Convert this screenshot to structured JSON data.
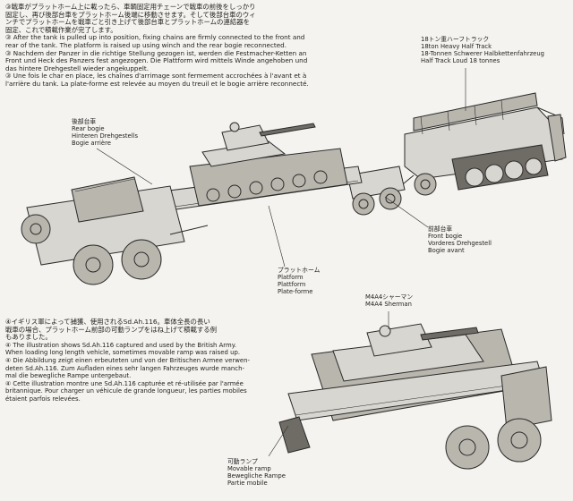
{
  "instructions_top": {
    "step3_jp_line1": "③戦車がプラットホーム上に載ったら、車輌固定用チェーンで戦車の前後をしっかり",
    "step3_jp_line2": "固定し、再び後部台車をプラットホーム後端に移動させます。そして後部台車のウィ",
    "step3_jp_line3": "ンチでプラットホームを戦車ごと引き上げて後部台車とプラットホームの連結器を",
    "step3_jp_line4": "固定、これで積載作業が完了します。",
    "step3_en_line1": "③ After the tank is pulled up into position, fixing chains are firmly connected to the front and",
    "step3_en_line2": "rear of the tank. The platform is raised up using winch and the rear bogie reconnected.",
    "step3_de_line1": "③ Nachdem der Panzer in die richtige Stellung gezogen ist, werden die Festmacher-Ketten an",
    "step3_de_line2": "Front und Heck des Panzers fest angezogen. Die Plattform wird mittels Winde angehoben und",
    "step3_de_line3": "das hintere Drehgestell wieder angekuppelt.",
    "step3_fr_line1": "③ Une fois le char en place, les chaînes d'arrimage sont fermement accrochées à l'avant et à",
    "step3_fr_line2": "l'arrière du tank. La plate-forme est relevée au moyen du treuil et le bogie arrière reconnecté."
  },
  "instructions_bottom": {
    "step4_jp_line1": "④イギリス軍によって捕獲、使用されるSd.Ah.116。車体全長の長い",
    "step4_jp_line2": "戦車の場合、プラットホーム前部の可動ランプをはね上げて積載する例",
    "step4_jp_line3": "もありました。",
    "step4_en_line1": "④ The illustration shows Sd.Ah.116 captured and used by the British Army.",
    "step4_en_line2": "When loading long length vehicle, sometimes movable ramp was raised up.",
    "step4_de_line1": "④ Die Abbildung zeigt einen erbeuteten und von der Britischen Armee verwen-",
    "step4_de_line2": "deten Sd.Ah.116. Zum Aufladen eines sehr langen Fahrzeuges wurde manch-",
    "step4_de_line3": "mal die bewegliche Rampe untergebaut.",
    "step4_fr_line1": "④ Cette illustration montre une Sd.Ah.116 capturée et ré-utilisée par l'armée",
    "step4_fr_line2": "britannique. Pour charger un véhicule de grande longueur, les parties mobiles",
    "step4_fr_line3": "étaient parfois relevées."
  },
  "labels": {
    "half_track_jp": "18トン重ハーフトラック",
    "half_track_en1": "18ton Heavy Half Track",
    "half_track_de": "18-Tonnen Schwerer Halbkettenfahrzeug",
    "half_track_en2": "Half Track Loud 18 tonnes",
    "rear_bogie_jp": "後部台車",
    "rear_bogie_en": "Rear bogie",
    "rear_bogie_de": "Hinteren Drehgestells",
    "rear_bogie_fr": "Bogie arrière",
    "front_bogie_jp": "前部台車",
    "front_bogie_en": "Front bogie",
    "front_bogie_de": "Vorderes Drehgestell",
    "front_bogie_fr": "Bogie avant",
    "platform_jp": "プラットホーム",
    "platform_en": "Platform",
    "platform_de": "Plattform",
    "platform_fr": "Plate-forme",
    "sherman_jp": "M4A4シャーマン",
    "sherman_en": "M4A4 Sherman",
    "ramp_jp": "可動ランプ",
    "ramp_en": "Movable ramp",
    "ramp_de": "Bewegliche Rampe",
    "ramp_fr": "Partie mobile"
  }
}
